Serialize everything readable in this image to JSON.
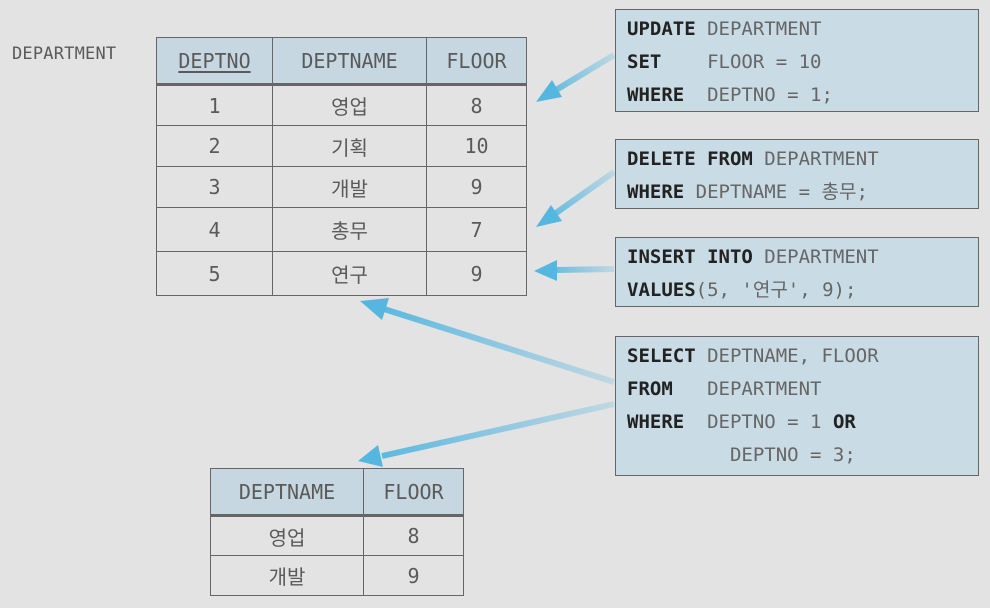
{
  "relation_name": "DEPARTMENT",
  "department_table": {
    "headers": [
      "DEPTNO",
      "DEPTNAME",
      "FLOOR"
    ],
    "primary_key": "DEPTNO",
    "rows": [
      [
        "1",
        "영업",
        "8"
      ],
      [
        "2",
        "기획",
        "10"
      ],
      [
        "3",
        "개발",
        "9"
      ],
      [
        "4",
        "총무",
        "7"
      ],
      [
        "5",
        "연구",
        "9"
      ]
    ]
  },
  "result_table": {
    "headers": [
      "DEPTNAME",
      "FLOOR"
    ],
    "rows": [
      [
        "영업",
        "8"
      ],
      [
        "개발",
        "9"
      ]
    ]
  },
  "statements": {
    "update": [
      {
        "kw": "UPDATE",
        "pad": " ",
        "rest": "DEPARTMENT"
      },
      {
        "kw": "SET",
        "pad": "    ",
        "rest": "FLOOR = 10"
      },
      {
        "kw": "WHERE",
        "pad": "  ",
        "rest": "DEPTNO = 1;"
      }
    ],
    "delete": [
      {
        "kw": "DELETE FROM",
        "pad": " ",
        "rest": "DEPARTMENT"
      },
      {
        "kw": "WHERE",
        "pad": " ",
        "rest": "DEPTNAME = 총무;"
      }
    ],
    "insert": [
      {
        "kw": "INSERT INTO",
        "pad": " ",
        "rest": "DEPARTMENT"
      },
      {
        "kw": "VALUES",
        "pad": "",
        "rest": "(5, '연구', 9);"
      }
    ],
    "select": [
      {
        "kw": "SELECT",
        "pad": " ",
        "rest": "DEPTNAME, FLOOR"
      },
      {
        "kw": "FROM",
        "pad": "   ",
        "rest": "DEPARTMENT"
      },
      {
        "kw": "WHERE",
        "pad": "  ",
        "rest": "DEPTNO = 1 ",
        "kw2": "OR"
      },
      {
        "kw": "",
        "pad": "         ",
        "rest": "DEPTNO = 3;"
      }
    ]
  },
  "colors": {
    "background": "#e3e3e3",
    "box_fill": "#c9dbe4",
    "header_fill": "#c6d7e1",
    "arrow": "#55b6e0"
  }
}
